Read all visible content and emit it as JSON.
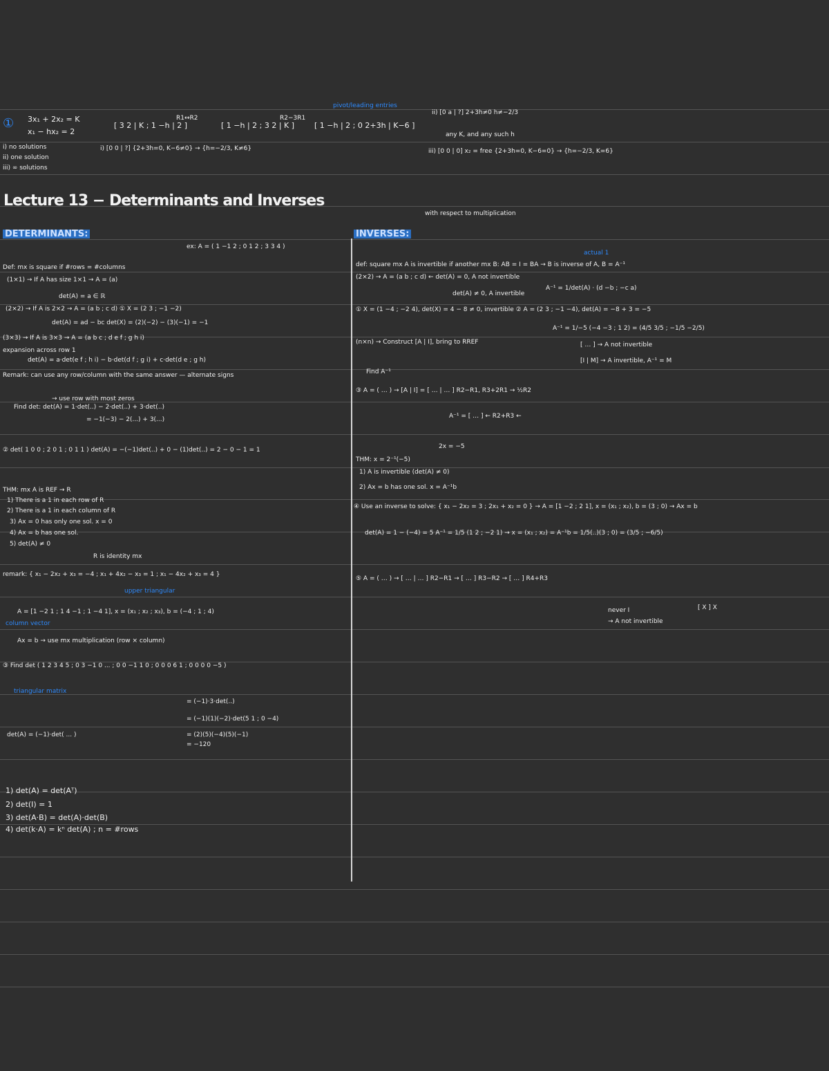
{
  "colors": {
    "background": "#2f2f2f",
    "ink": "#f2f2f2",
    "accent": "#2f8bff",
    "rule": "#555555"
  },
  "top": {
    "num": "①",
    "system": [
      "3x₁ + 2x₂ = K",
      "x₁ − hx₂ = 2"
    ],
    "aug1": "[ 3  2 | K ;  1  −h | 2 ]",
    "op1": "R1↔R2",
    "aug2": "[ 1  −h | 2 ;  3  2 | K ]",
    "op2": "R2−3R1",
    "aug3": "[ 1  −h | 2 ;  0  2+3h | K−6 ]",
    "note": "pivot/leading entries",
    "cases": [
      "i) no solutions",
      "ii) one solution",
      "iii) ∞ solutions"
    ],
    "case_i": "i) [0 0 | ?]  {2+3h=0, K−6≠0} → {h=−2/3, K≠6}",
    "case_ii": "ii) [0 a | ?]  2+3h≠0  h≠−2/3",
    "case_ii_note": "any K, and any such h",
    "case_iii": "iii) [0 0 | 0]  x₂ = free   {2+3h=0, K−6=0} → {h=−2/3, K=6}"
  },
  "title": "Lecture 13 − Determinants and Inverses",
  "left": {
    "heading": "DETERMINANTS:",
    "lines": [
      "ex: A = ( 1 −1 2 ; 0 1 2 ; 3 3 4 )",
      "Def: mx is square if #rows = #columns",
      "(1×1) → If A has size 1×1 → A = (a)",
      "det(A) = a ∈ ℝ",
      "(2×2) → If A is 2×2 → A = (a b ; c d)   ① X = (2 3 ; −1 −2)",
      "det(A) = ad − bc          det(X) = (2)(−2) − (3)(−1) = −1",
      "(3×3) → If A is 3×3 → A = (a b c ; d e f ; g h i)",
      "expansion across row 1",
      "det(A) = a·det(e f ; h i) − b·det(d f ; g i) + c·det(d e ; g h)",
      "Remark: can use any row/column with the same answer — alternate signs",
      "→ use row with most zeros",
      "Find det:  det(A) = 1·det(..) − 2·det(..) + 3·det(..)",
      "= −1(−3) − 2(...) + 3(...)",
      "② det( 1 0 0 ; 2 0 1 ; 0 1 1 )   det(A) = −(−1)det(..) + 0 − (1)det(..) = 2 − 0 − 1 = 1",
      "THM: mx A is REF → R",
      "1) There is a 1 in each row of R",
      "2) There is a 1 in each column of R",
      "3) Ax = 0 has only one sol. x = 0",
      "4) Ax = b has one sol.",
      "5) det(A) ≠ 0",
      "R is identity mx",
      "remark: { x₁ − 2x₂ + x₃ = −4 ; x₁ + 4x₂ − x₃ = 1 ; x₁ − 4x₂ + x₃ = 4 }",
      "A = [1 −2 1 ; 1 4 −1 ; 1 −4 1],  x = (x₁ ; x₂ ; x₃),  b = (−4 ; 1 ; 4)",
      "Ax = b → use mx multiplication (row × column)",
      "③ Find det ( 1 2 3 4 5 ; 0 3 −1 0 ... ; 0 0 −1 1 0 ; 0 0 0 6 1 ; 0 0 0 0 −5 )",
      "= (−1)·3·det(..)",
      "= (−1)(1)(−2)·det(5 1 ; 0 −4)",
      "= (2)(5)(−4)(5)(−1)",
      "= −120",
      "det(A) = (−1)·det( ... )"
    ],
    "blue_notes": [
      "upper triangular",
      "column vector",
      "triangular matrix"
    ],
    "props": [
      "1) det(A) = det(Aᵀ)",
      "2) det(I) = 1",
      "3) det(A·B) = det(A)·det(B)",
      "4) det(k·A) = kⁿ det(A) ; n = #rows"
    ]
  },
  "right": {
    "heading": "INVERSES:",
    "note": "with respect to multiplication",
    "blue_note": "actual 1",
    "lines": [
      "def: square mx A is invertible if another mx B: AB = I = BA → B is inverse of A, B = A⁻¹",
      "(2×2) → A = (a b ; c d)  ← det(A) = 0, A not invertible",
      "A⁻¹ = 1/det(A) · (d −b ; −c a)",
      "det(A) ≠ 0, A invertible",
      "① X = (1 −4 ; −2 4),  det(X) = 4 − 8 ≠ 0, invertible      ② A = (2 3 ; −1 −4),  det(A) = −8 + 3 = −5",
      "A⁻¹ = 1/−5 (−4 −3 ; 1 2) = (4/5 3/5 ; −1/5 −2/5)",
      "(n×n) → Construct [A | I], bring to RREF",
      "[ … ] → A not invertible",
      "[I | M] → A invertible, A⁻¹ = M",
      "Find A⁻¹",
      "③ A = ( … ) → [A | I] = [ … | … ]  R2−R1, R3+2R1 →   ½R2",
      "A⁻¹ = [ … ]  ←  R2+R3  ←",
      "2x = −5",
      "THM:   x = 2⁻¹(−5)",
      "1) A is invertible (det(A) ≠ 0)",
      "2) Ax = b has one sol.  x = A⁻¹b",
      "④ Use an inverse to solve: { x₁ − 2x₂ = 3 ; 2x₁ + x₂ = 0 }  → A = [1 −2 ; 2 1], x = (x₁ ; x₂), b = (3 ; 0) → Ax = b",
      "det(A) = 1 − (−4) = 5   A⁻¹ = 1/5 (1 2 ; −2 1) → x = (x₁ ; x₂) = A⁻¹b = 1/5(..)(3 ; 0) = (3/5 ; −6/5)",
      "⑤ A = ( … ) → [ … | … ]  R2−R1 →  [ … ]  R3−R2 →  [ … ]   R4+R3",
      "never I",
      "→ A not invertible",
      "[ X ]   X"
    ]
  }
}
